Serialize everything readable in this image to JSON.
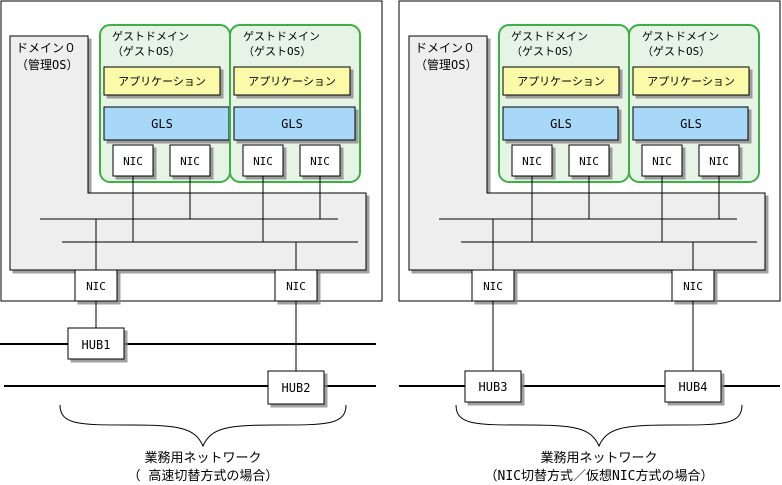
{
  "left": {
    "dom0_label": "ドメイン０",
    "dom0_sub": "（管理OS）",
    "guests": [
      {
        "title": "ゲストドメイン",
        "subtitle": "（ゲストOS）",
        "app": "アプリケーション",
        "gls": "GLS",
        "nic1": "NIC",
        "nic2": "NIC"
      },
      {
        "title": "ゲストドメイン",
        "subtitle": "（ゲストOS）",
        "app": "アプリケーション",
        "gls": "GLS",
        "nic1": "NIC",
        "nic2": "NIC"
      }
    ],
    "phys_nic1": "NIC",
    "phys_nic2": "NIC",
    "hub1": "HUB1",
    "hub2": "HUB2",
    "caption1": "業務用ネットワーク",
    "caption2": "（ 高速切替方式の場合）"
  },
  "right": {
    "dom0_label": "ドメイン０",
    "dom0_sub": "（管理OS）",
    "guests": [
      {
        "title": "ゲストドメイン",
        "subtitle": "（ゲストOS）",
        "app": "アプリケーション",
        "gls": "GLS",
        "nic1": "NIC",
        "nic2": "NIC"
      },
      {
        "title": "ゲストドメイン",
        "subtitle": "（ゲストOS）",
        "app": "アプリケーション",
        "gls": "GLS",
        "nic1": "NIC",
        "nic2": "NIC"
      }
    ],
    "phys_nic1": "NIC",
    "phys_nic2": "NIC",
    "hub1": "HUB3",
    "hub2": "HUB4",
    "caption1": "業務用ネットワーク",
    "caption2": "（NIC切替方式／仮想NIC方式の場合）"
  },
  "colors": {
    "dom0_fill": "#eeeeee",
    "guest_border": "#3cb043",
    "guest_fill": "#e6f4e6",
    "app_fill": "#fafaa8",
    "gls_fill": "#a8d8f8"
  }
}
